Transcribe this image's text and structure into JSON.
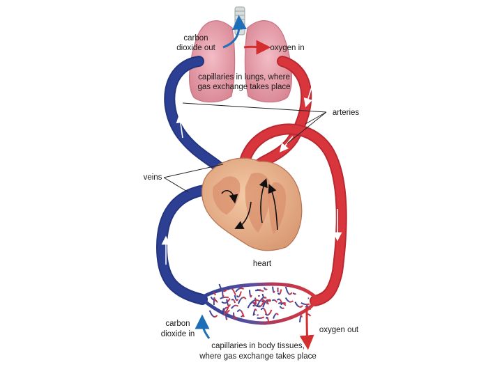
{
  "labels": {
    "co2_out_line1": "carbon",
    "co2_out_line2": "dioxide out",
    "oxygen_in": "oxygen in",
    "lung_capillaries_line1": "capillaries in lungs, where",
    "lung_capillaries_line2": "gas exchange takes place",
    "arteries": "arteries",
    "veins": "veins",
    "heart": "heart",
    "co2_in_line1": "carbon",
    "co2_in_line2": "dioxide in",
    "oxygen_out": "oxygen out",
    "body_capillaries_line1": "capillaries in body tissues,",
    "body_capillaries_line2": "where gas exchange takes place"
  },
  "colors": {
    "vein_blue": "#2c3f93",
    "artery_red": "#d8353c",
    "lung_pink": "#eaa0ab",
    "heart_tan": "#e9b48c",
    "arrow_blue": "#1f6fb8",
    "arrow_red": "#d32f2f"
  }
}
